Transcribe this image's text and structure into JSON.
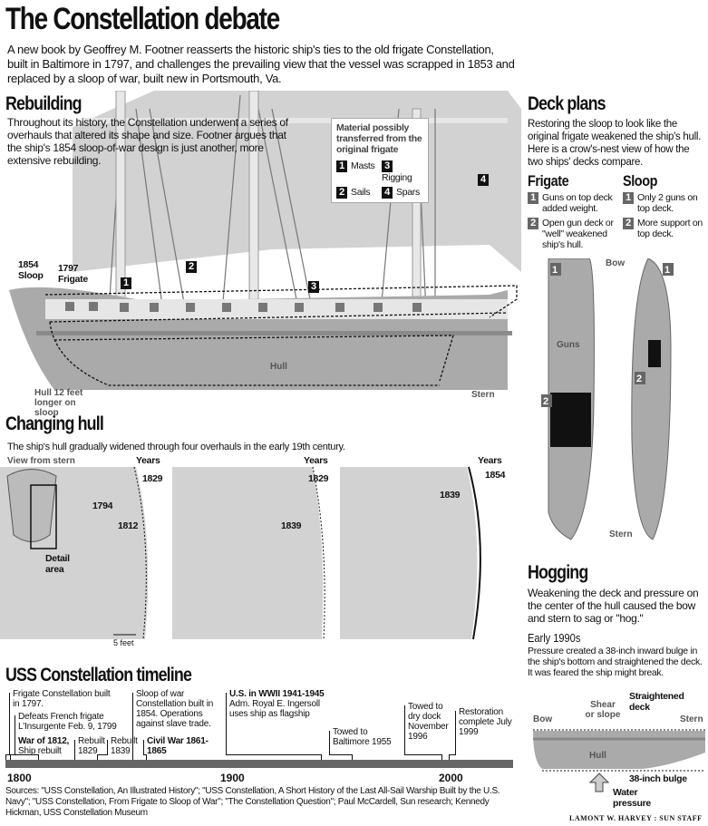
{
  "title": "The Constellation debate",
  "intro": "A new book by Geoffrey M. Footner reasserts the historic ship's ties to the old frigate Constellation, built in Baltimore in 1797, and challenges the prevailing view that the vessel was scrapped in 1853 and replaced  by a sloop of war, built new in Portsmouth, Va.",
  "rebuilding": {
    "heading": "Rebuilding",
    "text": "Throughout its history, the Constellation underwent a series of overhauls that altered its shape and size. Footner argues that the ship's 1854 sloop-of-war design is just another, more extensive rebuilding.",
    "legend_title": "Material possibly transferred from the original frigate",
    "legend": [
      {
        "n": "1",
        "label": "Masts"
      },
      {
        "n": "3",
        "label": "Rigging"
      },
      {
        "n": "2",
        "label": "Sails"
      },
      {
        "n": "4",
        "label": "Spars"
      }
    ],
    "sloop_label": "1854 Sloop",
    "frigate_label": "1797 Frigate",
    "hull_label": "Hull",
    "hull_note": "Hull 12 feet longer on sloop",
    "stern_label": "Stern"
  },
  "changing_hull": {
    "heading": "Changing hull",
    "text": "The ship's hull gradually widened  through four overhauls in the early 19th century.",
    "view_label": "View from stern",
    "detail_label": "Detail area",
    "years_label": "Years",
    "panels": [
      {
        "years": [
          "1829",
          "1794",
          "1812"
        ]
      },
      {
        "years": [
          "1829",
          "1839"
        ]
      },
      {
        "years": [
          "1854",
          "1839"
        ]
      }
    ],
    "scale": "5 feet"
  },
  "timeline": {
    "heading": "USS Constellation timeline",
    "axis": [
      "1800",
      "1900",
      "2000"
    ],
    "events": [
      {
        "year": 1797,
        "text": "Frigate Constellation built in 1797."
      },
      {
        "year": 1799,
        "text": "Defeats French frigate L'Insurgente Feb. 9, 1799"
      },
      {
        "year": 1812,
        "bold": "War of 1812,",
        "text": "Ship rebuilt"
      },
      {
        "year": 1829,
        "text": "Rebuilt 1829"
      },
      {
        "year": 1839,
        "text": "Rebuilt 1839"
      },
      {
        "year": 1854,
        "text": "Sloop of war Constellation built in 1854. Operations against slave trade."
      },
      {
        "year": 1861,
        "bold": "Civil War 1861-1865",
        "text": ""
      },
      {
        "year": 1941,
        "bold": "U.S. in WWII 1941-1945",
        "text": "Adm. Royal E. Ingersoll uses ship as flagship"
      },
      {
        "year": 1955,
        "text": "Towed to Baltimore 1955"
      },
      {
        "year": 1996,
        "text": "Towed to dry dock November 1996"
      },
      {
        "year": 1999,
        "text": "Restoration complete July 1999"
      }
    ]
  },
  "sources": "Sources: \"USS Constellation, An Illustrated History\"; \"USS Constellation, A Short History of the Last All-Sail Warship Built by the U.S. Navy\"; \"USS Constellation, From Frigate to Sloop of War\"; \"The Constellation Question\"; Paul McCardell, Sun research; Kennedy Hickman, USS Constellation Museum",
  "deck_plans": {
    "heading": "Deck plans",
    "text": "Restoring the sloop to look like the original frigate weakened the ship's hull.  Here is a crow's-nest view of how the two ships' decks compare.",
    "frigate": {
      "heading": "Frigate",
      "items": [
        {
          "n": "1",
          "text": "Guns on top deck added weight."
        },
        {
          "n": "2",
          "text": "Open gun deck or \"well\" weakened ship's hull."
        }
      ]
    },
    "sloop": {
      "heading": "Sloop",
      "items": [
        {
          "n": "1",
          "text": "Only 2 guns on  top deck."
        },
        {
          "n": "2",
          "text": "More support on top deck."
        }
      ]
    },
    "bow": "Bow",
    "guns": "Guns",
    "stern": "Stern"
  },
  "hogging": {
    "heading": "Hogging",
    "text": "Weakening the deck and pressure on the center of the hull caused the bow and stern to sag or \"hog.\"",
    "sub": "Early 1990s",
    "subtext": "Pressure created a 38-inch inward bulge in the ship's bottom and straightened the deck. It was feared the ship might break.",
    "bow": "Bow",
    "shear": "Shear or slope",
    "straight": "Straightened deck",
    "stern": "Stern",
    "hull": "Hull",
    "bulge": "38-inch bulge",
    "water": "Water pressure"
  },
  "credit": "LAMONT W. HARVEY : SUN STAFF"
}
